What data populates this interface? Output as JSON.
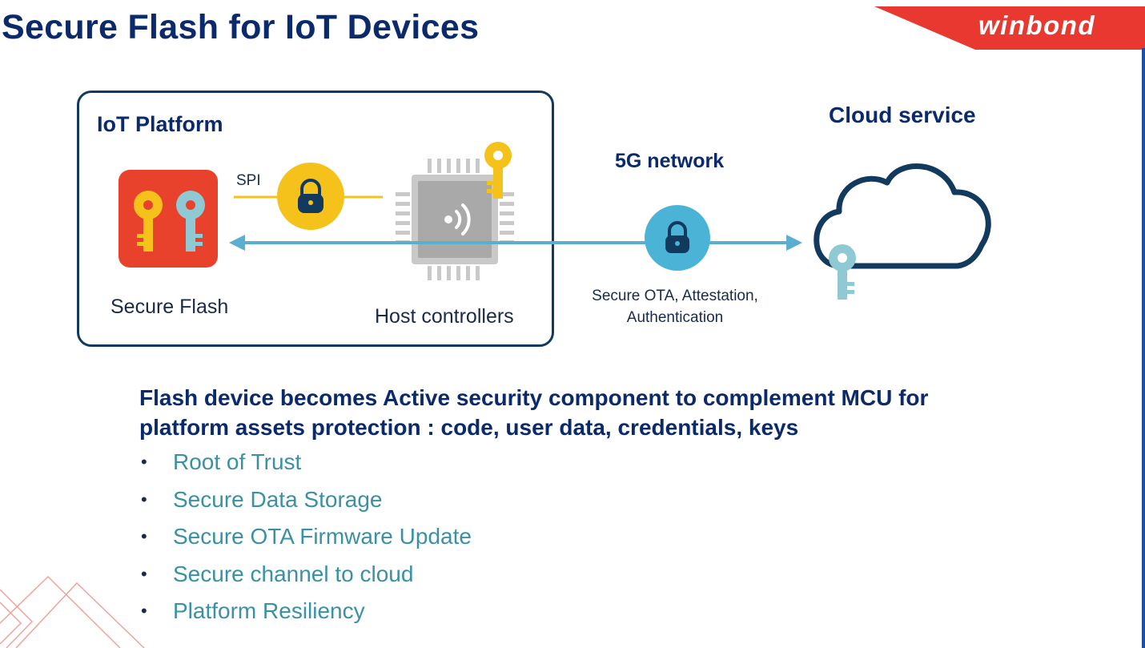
{
  "slide": {
    "title": "Secure Flash for IoT Devices",
    "logo_text": "winbond"
  },
  "diagram": {
    "iot_platform_label": "IoT Platform",
    "spi_label": "SPI",
    "secure_flash_label": "Secure Flash",
    "host_controllers_label": "Host controllers",
    "network_label": "5G network",
    "network_caption": "Secure OTA, Attestation, Authentication",
    "cloud_label": "Cloud service"
  },
  "content": {
    "headline": "Flash device becomes Active security component to complement MCU for platform assets protection : code, user data, credentials, keys",
    "bullet_marker": "•",
    "bullets": [
      "Root of Trust",
      "Secure Data Storage",
      "Secure OTA Firmware Update",
      "Secure channel to cloud",
      "Platform Resiliency"
    ]
  },
  "colors": {
    "title_navy": "#0b2a6b",
    "brand_red": "#e8382f",
    "link_teal": "#3a90a4",
    "lock_yellow": "#f5c21b",
    "lock_blue": "#4bb3d6",
    "arrow_blue": "#5aaed0",
    "flash_red": "#e8422c"
  },
  "icons": [
    "key-icon",
    "lock-icon",
    "chip-icon",
    "wireless-icon",
    "cloud-icon",
    "arrow-icon"
  ]
}
